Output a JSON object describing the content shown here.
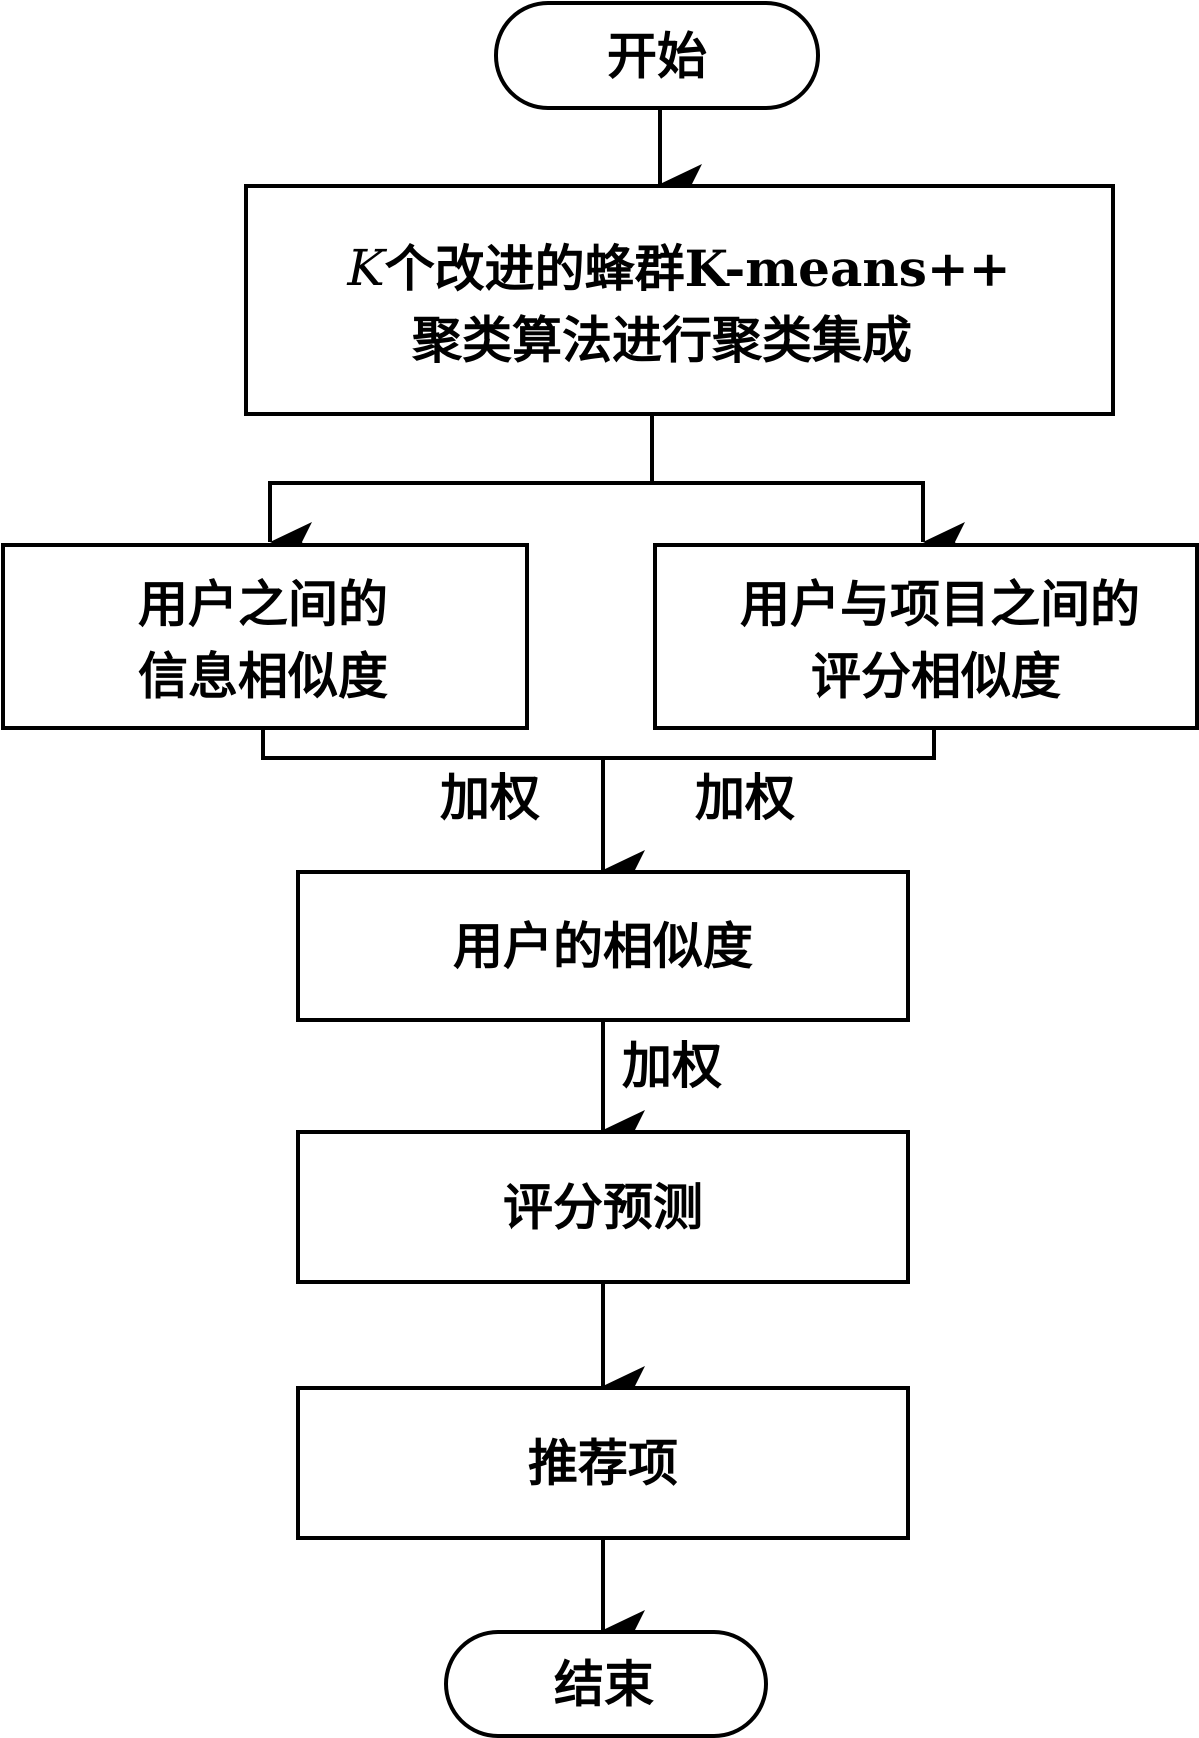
{
  "flowchart": {
    "nodes": {
      "start": {
        "shape": "terminal",
        "lines": [
          "开始"
        ]
      },
      "ensemble": {
        "shape": "process",
        "line1_italic": "K",
        "line1_rest": "个改进的蜂群K-means++",
        "line2": "聚类算法进行聚类集成"
      },
      "info_sim": {
        "shape": "process",
        "lines": [
          "用户之间的",
          "信息相似度"
        ]
      },
      "rating_sim": {
        "shape": "process",
        "lines": [
          "用户与项目之间的",
          "评分相似度"
        ]
      },
      "user_sim": {
        "shape": "process",
        "lines": [
          "用户的相似度"
        ]
      },
      "predict": {
        "shape": "process",
        "lines": [
          "评分预测"
        ]
      },
      "recommend": {
        "shape": "process",
        "lines": [
          "推荐项"
        ]
      },
      "end": {
        "shape": "terminal",
        "lines": [
          "结束"
        ]
      }
    },
    "edges": [
      {
        "from": "start",
        "to": "ensemble",
        "label": ""
      },
      {
        "from": "ensemble",
        "to": "info_sim",
        "label": ""
      },
      {
        "from": "ensemble",
        "to": "rating_sim",
        "label": ""
      },
      {
        "from": "info_sim",
        "to": "user_sim",
        "label": "加权"
      },
      {
        "from": "rating_sim",
        "to": "user_sim",
        "label": "加权"
      },
      {
        "from": "user_sim",
        "to": "predict",
        "label": "加权"
      },
      {
        "from": "predict",
        "to": "recommend",
        "label": ""
      },
      {
        "from": "recommend",
        "to": "end",
        "label": ""
      }
    ]
  }
}
